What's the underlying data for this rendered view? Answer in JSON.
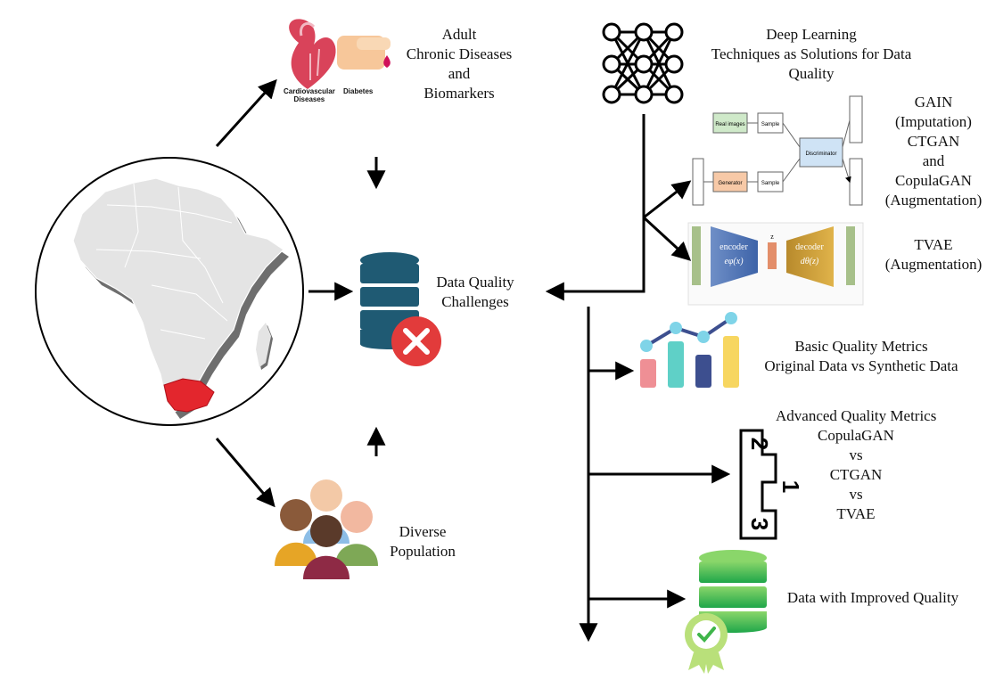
{
  "health": {
    "title": [
      "Adult",
      "Chronic Diseases",
      "and",
      "Biomarkers"
    ],
    "cardio_label": [
      "Cardiovascular",
      "Diseases"
    ],
    "diabetes_label": "Diabetes"
  },
  "center": {
    "label": [
      "Data Quality",
      "Challenges"
    ]
  },
  "population": {
    "label": [
      "Diverse",
      "Population"
    ]
  },
  "deep_learning": {
    "label": [
      "Deep Learning",
      "Techniques  as Solutions for Data",
      "Quality"
    ]
  },
  "gan_block": {
    "label": [
      "GAIN",
      "(Imputation)",
      "CTGAN",
      "and",
      "CopulaGAN",
      "(Augmentation)"
    ],
    "real_images": "Real images",
    "generator": "Generator",
    "sample_top": "Sample",
    "sample_bottom": "Sample",
    "discriminator": "Discriminator"
  },
  "vae_block": {
    "label": [
      "TVAE",
      "(Augmentation)"
    ],
    "encoder": "encoder",
    "decoder": "decoder",
    "encoder_fn": "eφ(x)",
    "decoder_fn": "dθ(z)",
    "z": "z"
  },
  "basic_metrics": {
    "label": [
      "Basic Quality Metrics",
      "Original  Data vs Synthetic  Data"
    ]
  },
  "advanced_metrics": {
    "label": [
      "Advanced Quality Metrics",
      "CopulaGAN",
      "vs",
      "CTGAN",
      "vs",
      "TVAE"
    ],
    "podium": [
      "2",
      "1",
      "3"
    ]
  },
  "improved": {
    "label": "Data with  Improved Quality"
  },
  "colors": {
    "arrow": "#000000",
    "db_blue": "#1f5a73",
    "error_red": "#e23b3b",
    "highlight_country": "#e3262d",
    "db_green": "#3fb54a"
  }
}
